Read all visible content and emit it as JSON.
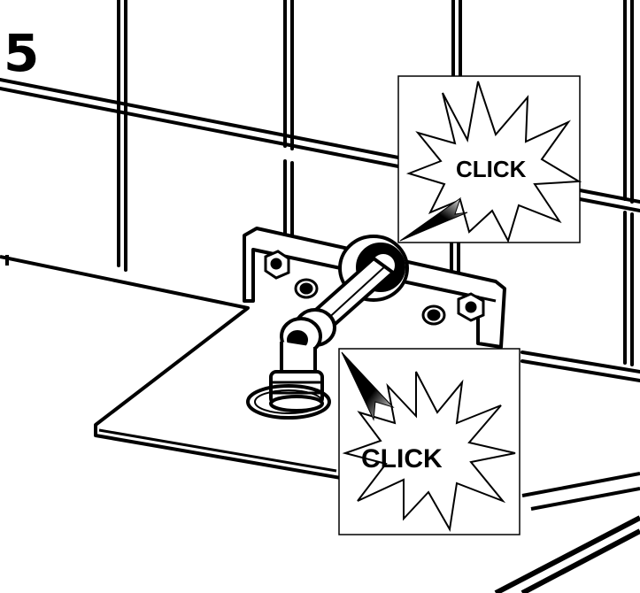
{
  "step": {
    "number": "5"
  },
  "callouts": [
    {
      "label": "CLICK"
    },
    {
      "label": "CLICK"
    }
  ],
  "colors": {
    "line": "#000000",
    "background": "#ffffff"
  }
}
